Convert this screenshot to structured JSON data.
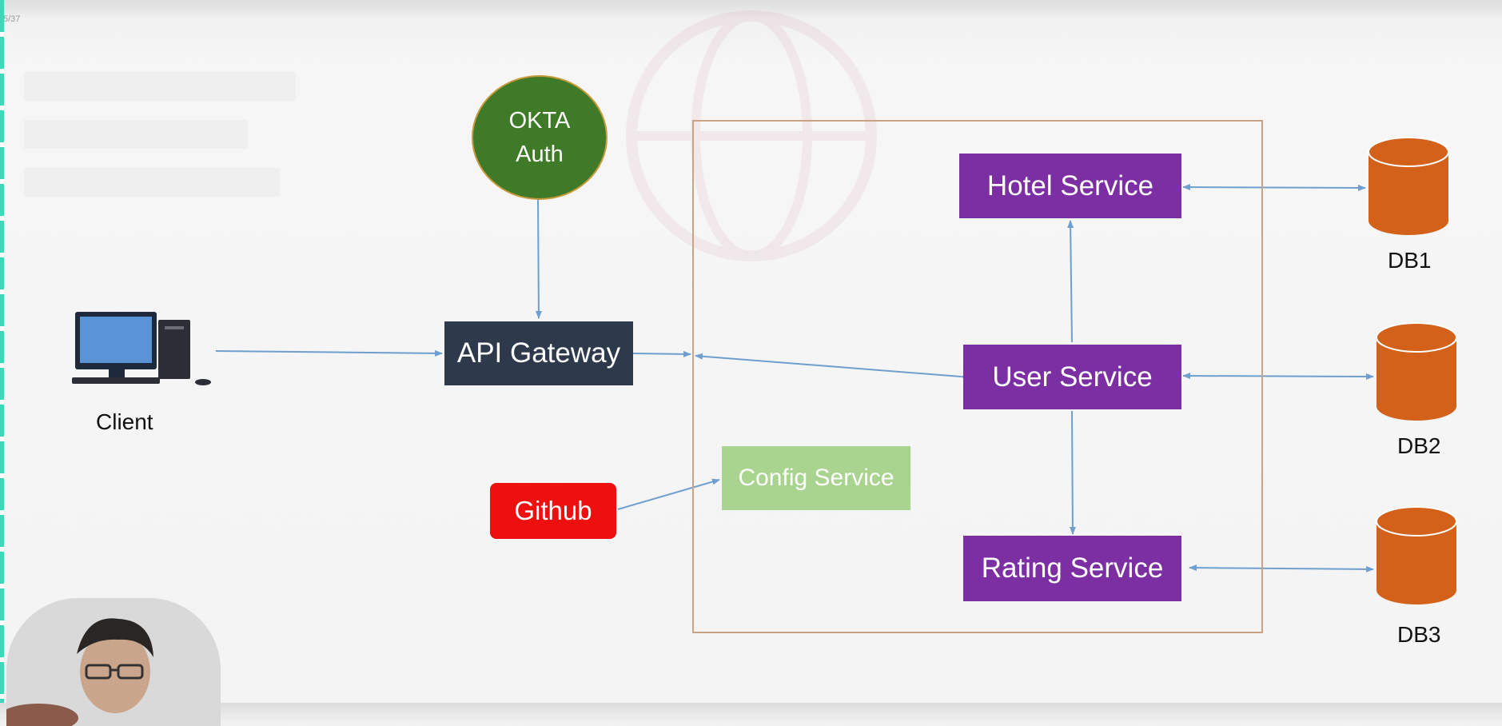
{
  "diagram": {
    "nodes": {
      "okta": {
        "line1": "OKTA",
        "line2": "Auth",
        "color": "#3f7a28"
      },
      "api_gateway": {
        "label": "API Gateway",
        "color": "#2e3a4b"
      },
      "client": {
        "label": "Client"
      },
      "github": {
        "label": "Github",
        "color": "#ee0f0f"
      },
      "config_service": {
        "label": "Config Service",
        "color": "#a9d48f"
      },
      "hotel_service": {
        "label": "Hotel Service",
        "color": "#7b2fa3"
      },
      "user_service": {
        "label": "User Service",
        "color": "#7b2fa3"
      },
      "rating_service": {
        "label": "Rating Service",
        "color": "#7b2fa3"
      },
      "db1": {
        "label": "DB1",
        "color": "#d4611a"
      },
      "db2": {
        "label": "DB2",
        "color": "#d4611a"
      },
      "db3": {
        "label": "DB3",
        "color": "#d4611a"
      }
    },
    "edges": [
      {
        "from": "okta",
        "to": "api_gateway"
      },
      {
        "from": "client",
        "to": "api_gateway"
      },
      {
        "from": "api_gateway",
        "to": "user_service"
      },
      {
        "from": "user_service",
        "to": "api_gateway"
      },
      {
        "from": "github",
        "to": "config_service"
      },
      {
        "from": "user_service",
        "to": "hotel_service"
      },
      {
        "from": "user_service",
        "to": "rating_service"
      },
      {
        "from": "hotel_service",
        "to": "db1",
        "bidirectional": true
      },
      {
        "from": "user_service",
        "to": "db2",
        "bidirectional": true
      },
      {
        "from": "rating_service",
        "to": "db3",
        "bidirectional": true
      }
    ],
    "connector_color": "#6f9fce",
    "boundary_color": "#c9a384"
  }
}
